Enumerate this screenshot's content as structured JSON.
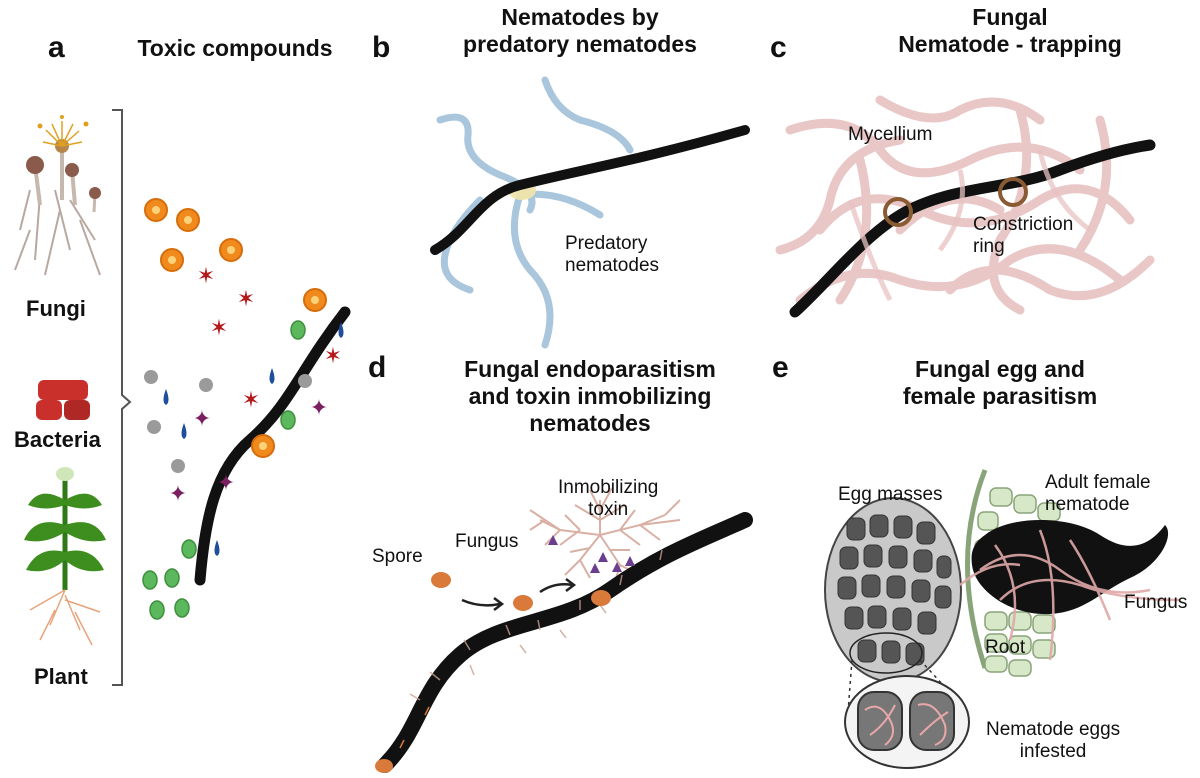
{
  "panels": {
    "a": {
      "letter": "a",
      "title": "Toxic compounds",
      "sources": [
        "Fungi",
        "Bacteria",
        "Plant"
      ]
    },
    "b": {
      "letter": "b",
      "title": "Nematodes by\npredatory nematodes",
      "labels": {
        "predatory": "Predatory\nnematodes"
      }
    },
    "c": {
      "letter": "c",
      "title": "Fungal\nNematode - trapping",
      "labels": {
        "mycelium": "Mycellium",
        "ring": "Constriction\nring"
      }
    },
    "d": {
      "letter": "d",
      "title": "Fungal endoparasitism\nand toxin inmobilizing\nnematodes",
      "labels": {
        "spore": "Spore",
        "fungus": "Fungus",
        "toxin": "Inmobilizing\ntoxin"
      }
    },
    "e": {
      "letter": "e",
      "title": "Fungal egg and\nfemale parasitism",
      "labels": {
        "egg_masses": "Egg masses",
        "female": "Adult female\nnematode",
        "fungus": "Fungus",
        "root": "Root",
        "eggs": "Nematode eggs\ninfested"
      }
    }
  },
  "colors": {
    "nematode": "#111111",
    "predator": "#a9c6dc",
    "mycelium": "#e8c2c2",
    "ring": "#8a5a33",
    "orange_granule": "#f08a1c",
    "red_star": "#b3191b",
    "green_granule": "#5cb85c",
    "blue_drop": "#1f4e9c",
    "purple_star": "#7a2060",
    "gray_granule": "#9a9a9a",
    "spore": "#d9793a",
    "toxin": "#6a3d8e",
    "root_green": "#8aa47a",
    "egg": "#555555",
    "bacteria": "#c9302c",
    "leaf": "#3e8e1f"
  },
  "icons": [
    "fungi-icon",
    "bacteria-icon",
    "plant-icon",
    "nematode-icon",
    "arrow-icon"
  ]
}
